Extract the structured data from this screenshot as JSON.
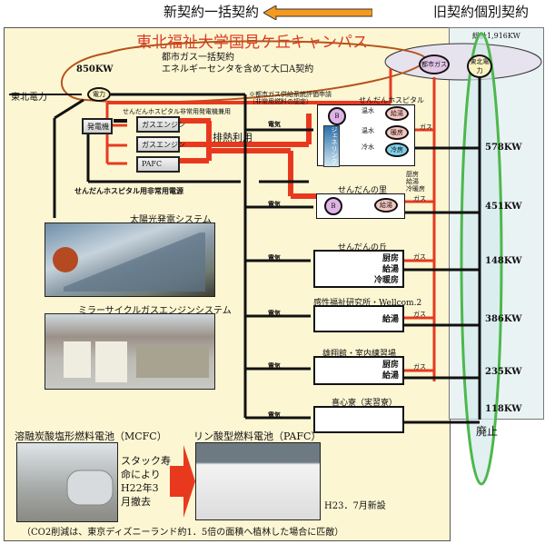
{
  "header": {
    "new_contract": "新契約一括契約",
    "old_contract": "旧契約個別契約",
    "arrow_color": "#f39a1f"
  },
  "title": "東北福祉大学国見ケ丘キャンパス",
  "colors": {
    "background": "#fdf6d3",
    "right_panel": "#eaf3f4",
    "gas_line": "#e8391f",
    "power_line": "#111111",
    "title": "#d93a24",
    "green_oval": "#4cb84c"
  },
  "gas_contract": {
    "line1": "都市ガス一括契約",
    "line2": "エネルギーセンタを含めて大口A契約",
    "capacity": "850KW",
    "city_gas_node": "都市ガス",
    "tohoku_node": "東北電力"
  },
  "total": "総計1,916KW",
  "power": {
    "tohoku_label": "東北電力",
    "power_node": "電力",
    "generator": "発電機",
    "hospital_gen_note": "せんだんホスピタル非常用発電機兼用",
    "gas_engine_1": "ガスエンジン",
    "gas_engine_2": "ガスエンジン",
    "pafc": "PAFC",
    "waste_heat": "排熱利用",
    "emergency_power": "せんだんホスピタル用非常用電源",
    "gas_note_1": "※都市ガス供給系統評価申請",
    "gas_note_2": "（非常用燃料の認定）",
    "elec": "電気",
    "gas": "ガス"
  },
  "hospital": {
    "name": "せんだんホスピタル",
    "boiler": "B",
    "cogen": "ジェネリンク",
    "hot_water_1": "温水",
    "hot_water_2": "温水",
    "cold_water": "冷水",
    "supply_hot": "給湯",
    "heating": "暖房",
    "cooling": "冷房"
  },
  "buildings": [
    {
      "name": "せんだんの里",
      "items": [
        "給湯"
      ],
      "side_note": [
        "厨房",
        "給湯",
        "冷暖房"
      ],
      "kw": "451KW"
    },
    {
      "name": "せんだんの丘",
      "items": [
        "厨房",
        "給湯",
        "冷暖房"
      ],
      "kw": "148KW"
    },
    {
      "name": "感性福祉研究所・Wellcom.2",
      "items": [
        "給湯"
      ],
      "kw": "386KW"
    },
    {
      "name": "雄翔館・室内練習場",
      "items": [
        "厨房",
        "給湯"
      ],
      "kw": "235KW"
    },
    {
      "name": "喜心寮（実習寮）",
      "items": [],
      "kw": "118KW"
    }
  ],
  "hospital_kw": "578KW",
  "abolished": "廃止",
  "photos": {
    "solar": "太陽光発電システム",
    "mirror": "ミラーサイクルガスエンジンシステム",
    "mcfc": "溶融炭酸塩形燃料電池（MCFC）",
    "mcfc_note": [
      "スタック寿",
      "命により",
      "H22年3",
      "月撤去"
    ],
    "pafc": "リン酸型燃料電池（PAFC）",
    "pafc_note": "H23．7月新設"
  },
  "footer": "（CO2削減は、東京ディズニーランド約1．5倍の面積へ植林した場合に匹敵）"
}
